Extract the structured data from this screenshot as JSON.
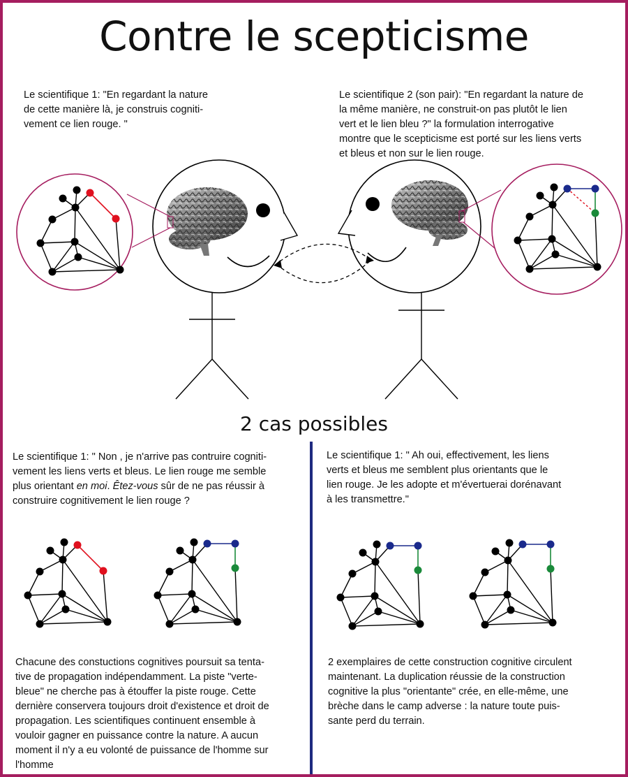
{
  "title": "Contre le scepticisme",
  "scientist1_quote": "Le scientifique 1: \"En regardant la nature\nde cette manière là, je construis cogniti-\nvement ce lien rouge. \"",
  "scientist2_quote": "Le scientifique 2 (son pair): \"En regardant la nature de\nla même manière, ne construit-on pas plutôt  le lien\nvert et le lien bleu ?\" la formulation interrogative\nmontre que le scepticisme est porté sur les liens verts\net bleus et non sur le lien rouge.",
  "cases_title": "2 cas possibles",
  "case1": {
    "quote_part1": "Le scientifique 1: \" Non , je n'arrive pas contruire cogniti-\nvement les liens verts et bleus.  Le lien rouge  me semble\nplus orientant ",
    "quote_em1": "en moi",
    "quote_part2": ". ",
    "quote_em2": "Êtez-vous",
    "quote_part3": " sûr de ne pas réussir à\nconstruire cognitivement le lien rouge ?",
    "conclusion": "Chacune des constuctions cognitives poursuit sa tenta-\ntive de propagation indépendamment.  La piste \"verte-\nbleue\" ne cherche pas à étouffer la piste rouge. Cette\ndernière conservera toujours droit d'existence et droit de\npropagation. Les scientifiques continuent ensemble à\nvouloir gagner en puissance contre la nature. A aucun\nmoment il n'y a eu volonté de puissance de l'homme sur\nl'homme"
  },
  "case2": {
    "quote": "Le scientifique 1: \" Ah oui, effectivement, les liens\nverts et bleus me semblent plus orientants que le\nlien rouge. Je les adopte et m'évertuerai dorénavant\nà les transmettre.\"",
    "conclusion": "2 exemplaires de cette construction cognitive circulent\nmaintenant. La duplication réussie de la construction\ncognitive la plus \"orientante\" crée, en elle-même, une\nbrèche dans le camp adverse : la nature toute puis-\nsante perd du terrain."
  },
  "colors": {
    "frame": "#a51d5f",
    "divider": "#1f2a80",
    "red_link": "#e0101e",
    "blue_link": "#1a2a8c",
    "green_link": "#1a8a3a",
    "node": "#000000"
  }
}
